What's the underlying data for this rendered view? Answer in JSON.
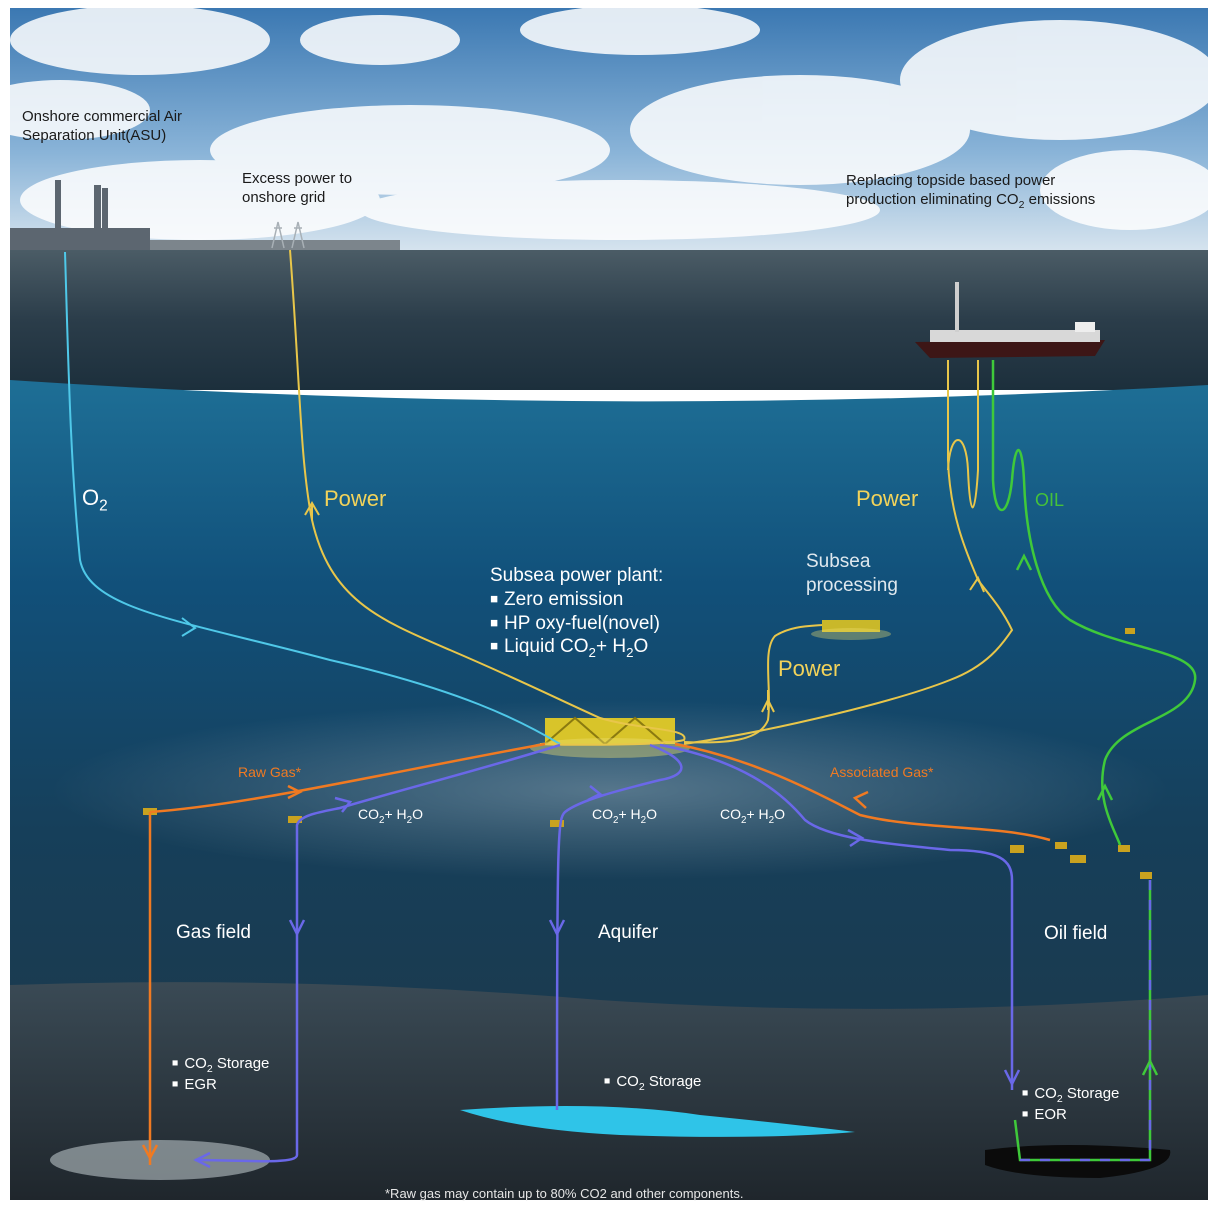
{
  "labels": {
    "asu": [
      "Onshore commercial Air",
      "Separation Unit(ASU)"
    ],
    "excess_power": [
      "Excess power to",
      "onshore grid"
    ],
    "replacing": [
      "Replacing topside based power",
      "production eliminating CO",
      "2",
      " emissions"
    ],
    "o2": [
      "O",
      "2"
    ],
    "power_left": "Power",
    "power_right": "Power",
    "power_mid": "Power",
    "oil": "OIL",
    "plant_title": "Subsea power plant:",
    "plant_items": [
      "Zero emission",
      "HP oxy-fuel(novel)",
      "Liquid CO",
      "2",
      "+ H",
      "2",
      "O"
    ],
    "subsea_processing": [
      "Subsea",
      "processing"
    ],
    "raw_gas": "Raw Gas*",
    "associated_gas": "Associated Gas*",
    "co2h2o": [
      "CO",
      "2",
      "+ H",
      "2",
      "O"
    ],
    "gas_field": "Gas field",
    "aquifer": "Aquifer",
    "oil_field": "Oil field",
    "storage_gas": [
      "CO",
      "2",
      " Storage",
      "EGR"
    ],
    "storage_aquifer": [
      "CO",
      "2",
      " Storage"
    ],
    "storage_oil": [
      "CO",
      "2",
      " Storage",
      "EOR"
    ],
    "footnote": "*Raw gas may contain up to 80% CO2 and other components."
  },
  "colors": {
    "o2_line": "#4fc8e8",
    "power_line": "#e8c64a",
    "oil_line": "#3fc93a",
    "gas_line": "#f07a22",
    "co2_line": "#6a68e8",
    "sky_top": "#3f7fb8",
    "sea_surface": "#223746",
    "deep_sea": "#0e3a58"
  }
}
